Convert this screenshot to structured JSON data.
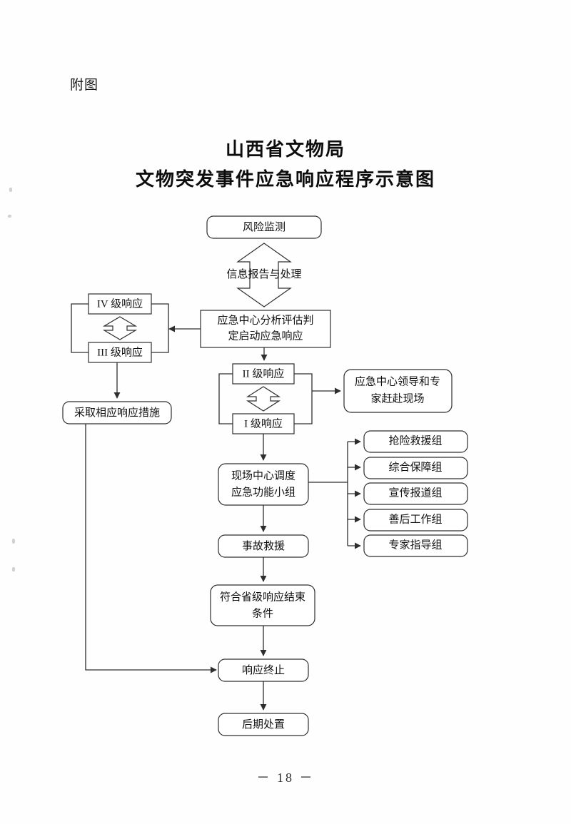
{
  "document": {
    "attachment_label": "附图",
    "title_line1": "山西省文物局",
    "title_line2": "文物突发事件应急响应程序示意图",
    "page_number": "－ 18 －"
  },
  "chart_data": {
    "type": "diagram",
    "diagram_kind": "flowchart",
    "title": "山西省文物局 文物突发事件应急响应程序示意图",
    "orientation": "top-to-bottom",
    "nodes": [
      {
        "id": "n1",
        "label": "风险监测",
        "shape": "rounded-rect"
      },
      {
        "id": "n2",
        "label": "信息报告与处理",
        "shape": "up-down-arrow"
      },
      {
        "id": "n3",
        "label": "应急中心分析评估判\n定启动应急响应",
        "line1": "应急中心分析评估判",
        "line2": "定启动应急响应",
        "shape": "rect"
      },
      {
        "id": "n4",
        "label": "IV 级响应",
        "shape": "rect"
      },
      {
        "id": "n5",
        "label": "III 级响应",
        "shape": "rect"
      },
      {
        "id": "n6",
        "label": "采取相应响应措施",
        "shape": "rounded-rect"
      },
      {
        "id": "n7",
        "label": "II 级响应",
        "shape": "rect"
      },
      {
        "id": "n8",
        "label": "I 级响应",
        "shape": "rect"
      },
      {
        "id": "n9",
        "line1": "应急中心领导和专",
        "line2": "家赶赴现场",
        "label": "应急中心领导和专家赶赴现场",
        "shape": "rounded-rect"
      },
      {
        "id": "n10",
        "line1": "现场中心调度",
        "line2": "应急功能小组",
        "label": "现场中心调度应急功能小组",
        "shape": "rounded-rect"
      },
      {
        "id": "n11",
        "label": "事故救援",
        "shape": "rounded-rect"
      },
      {
        "id": "n12",
        "line1": "符合省级响应结束",
        "line2": "条件",
        "label": "符合省级响应结束条件",
        "shape": "rounded-rect"
      },
      {
        "id": "n13",
        "label": "响应终止",
        "shape": "rounded-rect"
      },
      {
        "id": "n14",
        "label": "后期处置",
        "shape": "rounded-rect"
      },
      {
        "id": "g1",
        "label": "抢险救援组",
        "shape": "rounded-rect"
      },
      {
        "id": "g2",
        "label": "综合保障组",
        "shape": "rounded-rect"
      },
      {
        "id": "g3",
        "label": "宣传报道组",
        "shape": "rounded-rect"
      },
      {
        "id": "g4",
        "label": "善后工作组",
        "shape": "rounded-rect"
      },
      {
        "id": "g5",
        "label": "专家指导组",
        "shape": "rounded-rect"
      }
    ],
    "functional_groups": [
      "抢险救援组",
      "综合保障组",
      "宣传报道组",
      "善后工作组",
      "专家指导组"
    ],
    "response_levels": [
      "IV 级响应",
      "III 级响应",
      "II 级响应",
      "I 级响应"
    ],
    "edges": [
      {
        "from": "n2",
        "to": "n1",
        "type": "double-arrow"
      },
      {
        "from": "n2",
        "to": "n3",
        "type": "double-arrow"
      },
      {
        "from": "n3",
        "to": "n4",
        "type": "arrow",
        "note": "to IV/III level bracket"
      },
      {
        "from": "n4",
        "to": "n5",
        "type": "double-arrow"
      },
      {
        "from": "n5",
        "to": "n6",
        "type": "arrow"
      },
      {
        "from": "n3",
        "to": "n7",
        "type": "arrow"
      },
      {
        "from": "n7",
        "to": "n8",
        "type": "double-arrow"
      },
      {
        "from": "n7",
        "to": "n9",
        "type": "arrow"
      },
      {
        "from": "n8",
        "to": "n10",
        "type": "arrow"
      },
      {
        "from": "n10",
        "to": "g1",
        "type": "arrow"
      },
      {
        "from": "n10",
        "to": "g2",
        "type": "arrow"
      },
      {
        "from": "n10",
        "to": "g3",
        "type": "arrow"
      },
      {
        "from": "n10",
        "to": "g4",
        "type": "arrow"
      },
      {
        "from": "n10",
        "to": "g5",
        "type": "arrow"
      },
      {
        "from": "n10",
        "to": "n11",
        "type": "arrow"
      },
      {
        "from": "n11",
        "to": "n12",
        "type": "arrow"
      },
      {
        "from": "n12",
        "to": "n13",
        "type": "arrow"
      },
      {
        "from": "n6",
        "to": "n13",
        "type": "arrow",
        "note": "long left path"
      },
      {
        "from": "n13",
        "to": "n14",
        "type": "arrow"
      }
    ],
    "colors": {
      "stroke": "#2e2e2e",
      "fill": "#ffffff",
      "text": "#111111"
    }
  }
}
